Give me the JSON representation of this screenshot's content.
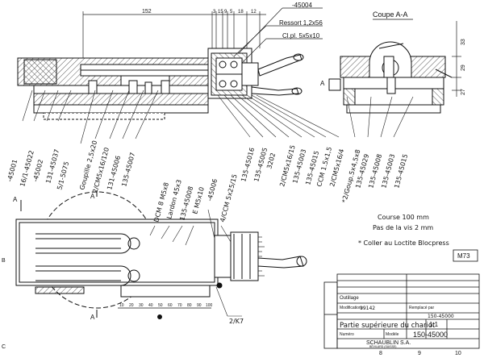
{
  "dimensions": {
    "d152": "152",
    "d3": "3",
    "d15": "15",
    "d9": "9",
    "d5": "5",
    "d18": "18",
    "d12": "12",
    "d33": "33",
    "d29": "29",
    "d27": "27"
  },
  "callouts_top": {
    "c45004": "-45004",
    "ressort": "Ressort 1,2x56",
    "clpl": "Cl.pl. 5x5x10"
  },
  "section": {
    "title": "Coupe A-A"
  },
  "section_marks": {
    "a1": "A",
    "a2": "A",
    "a3": "A",
    "a4": "A"
  },
  "leaders_upper": [
    "-45001",
    "16/1-45022",
    "-45002",
    "131-45037",
    "5/1-5075",
    "Goupille 2,5x20",
    "2/CM5x16/120",
    "131-45006",
    "135-45007",
    "135-45016",
    "135-45005",
    "3202",
    "2/CM5x16/15",
    "135-45003",
    "135-45015",
    "CCM 1.5x1,5",
    "2/CM5x16/4",
    "2/Goup.5x4,5x8",
    "135-45029",
    "135-45008",
    "135-45003",
    "135-45015"
  ],
  "leaders_lower": [
    "DCM 8 M5x8",
    "Lardon 45x3",
    "135-45008",
    "E M5x10",
    "-45006",
    "4/CCM 5x25/15"
  ],
  "notes": {
    "course": "Course 100 mm",
    "pas": "Pas de la vis 2 mm",
    "colle": "* Coller au Loctite Blocpress"
  },
  "misc": {
    "m73": "M73",
    "k7": "2/K7"
  },
  "scale": [
    "10",
    "20",
    "30",
    "40",
    "50",
    "60",
    "70",
    "80",
    "90",
    "100"
  ],
  "title_block": {
    "outillage": "Outillage",
    "modif_label": "Modifications",
    "modif_value": "19142",
    "remplace_label": "Remplacé par",
    "remplace_value": "150-45000",
    "title": "Partie supérieure du chariot",
    "drawing_number": "150-45000",
    "scale_value": "1:1",
    "numero_label": "Numéro",
    "modele_label": "Modèle",
    "company": "SCHAUBLIN S.A.",
    "company_sub": "BÉVILARD (SUISSE)"
  },
  "border_numbers": [
    "8",
    "9",
    "10"
  ],
  "side_markers": {
    "b": "B",
    "c": "C"
  }
}
